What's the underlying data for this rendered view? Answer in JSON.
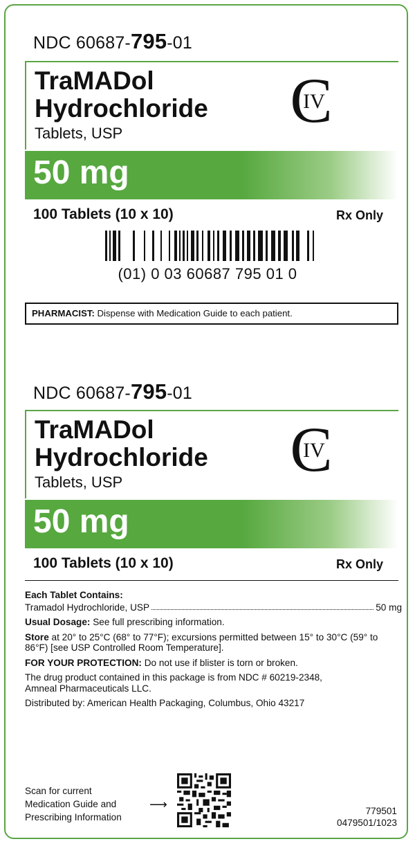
{
  "panel_top": {
    "ndc_prefix": "NDC 60687-",
    "ndc_product": "795",
    "ndc_suffix": "-01",
    "drug_line1": "TraMADol",
    "drug_line2": "Hydrochloride",
    "form": "Tablets, USP",
    "schedule_letter": "C",
    "schedule_numeral": "IV",
    "strength": "50 mg",
    "count": "100 Tablets (10 x 10)",
    "rx_only": "Rx Only",
    "barcode_text": "(01) 0 03 60687 795 01 0",
    "pharmacist_label": "PHARMACIST:",
    "pharmacist_text": " Dispense with Medication Guide to each patient."
  },
  "panel_bottom": {
    "ndc_prefix": "NDC 60687-",
    "ndc_product": "795",
    "ndc_suffix": "-01",
    "drug_line1": "TraMADol",
    "drug_line2": "Hydrochloride",
    "form": "Tablets, USP",
    "schedule_letter": "C",
    "schedule_numeral": "IV",
    "strength": "50 mg",
    "count": "100 Tablets (10 x 10)",
    "rx_only": "Rx Only"
  },
  "info": {
    "contains_heading": "Each Tablet Contains:",
    "ingredient": "Tramadol Hydrochloride, USP",
    "ingredient_amount": "50 mg",
    "dosage_label": "Usual Dosage:",
    "dosage_text": " See full prescribing information.",
    "store_label": "Store",
    "store_text": " at 20° to 25°C (68° to 77°F); excursions permitted between 15° to 30°C (59° to 86°F) [see USP Controlled Room Temperature].",
    "protection_label": "FOR YOUR PROTECTION:",
    "protection_text": " Do not use if blister is torn or broken.",
    "source_text": "The drug product contained in this package is from NDC # 60219-2348, Amneal Pharmaceuticals LLC.",
    "distributor_text": "Distributed by: American Health Packaging, Columbus, Ohio 43217"
  },
  "footer": {
    "scan_line1": "Scan for current",
    "scan_line2": "Medication Guide and",
    "scan_line3": "Prescribing Information",
    "arrow_icon": "arrow-right-icon",
    "code1": "779501",
    "code2": "0479501/1023"
  },
  "colors": {
    "brand_green": "#56a83f",
    "border_green": "#5aa545",
    "text": "#111111"
  }
}
